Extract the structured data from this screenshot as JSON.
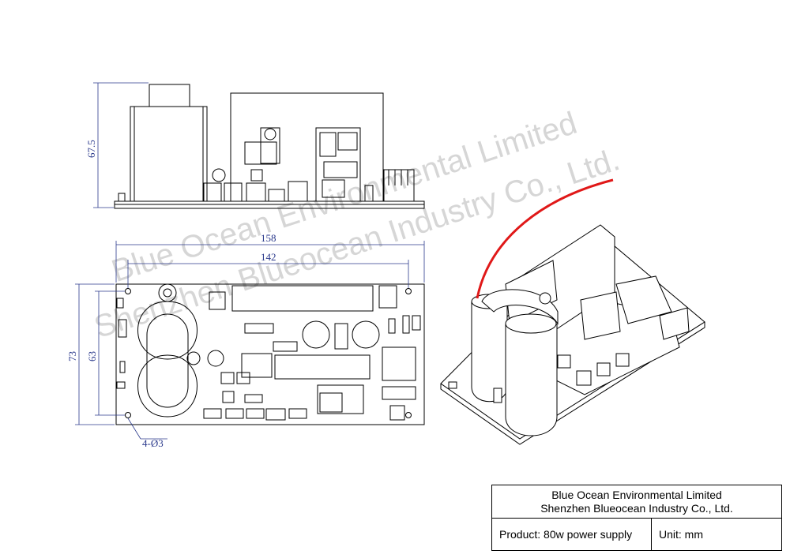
{
  "watermark": {
    "line1": "Blue Ocean Environmental Limited",
    "line2": "Shenzhen Blueocean Industry Co., Ltd."
  },
  "dimensions": {
    "height": "67.5",
    "length": "158",
    "hole_spacing_x": "142",
    "width": "73",
    "hole_spacing_y": "63",
    "holes": "4-Ø3"
  },
  "title_block": {
    "company_en": "Blue Ocean Environmental Limited",
    "company_cn": "Shenzhen Blueocean Industry Co., Ltd.",
    "product": "Product: 80w power supply",
    "unit": "Unit: mm"
  },
  "colors": {
    "dimension": "#2b3a8c",
    "outline": "#000000",
    "wire": "#e01818"
  }
}
